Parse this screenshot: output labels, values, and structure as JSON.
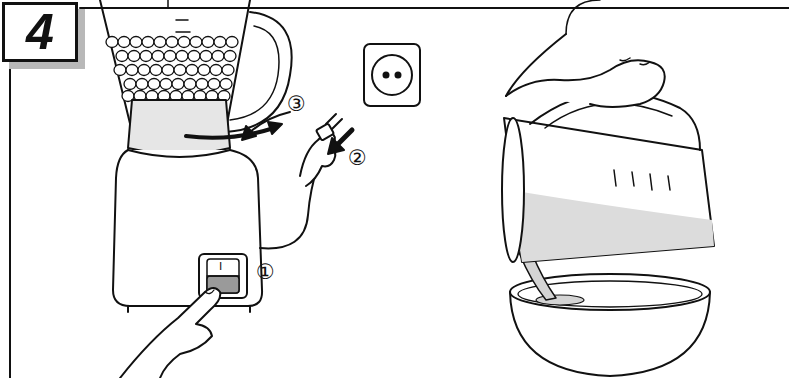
{
  "diagram": {
    "nodes": [
      {
        "text": [
          "4"
        ]
      }
    ],
    "labels": [
      "①",
      "②",
      "③",
      "I"
    ]
  }
}
